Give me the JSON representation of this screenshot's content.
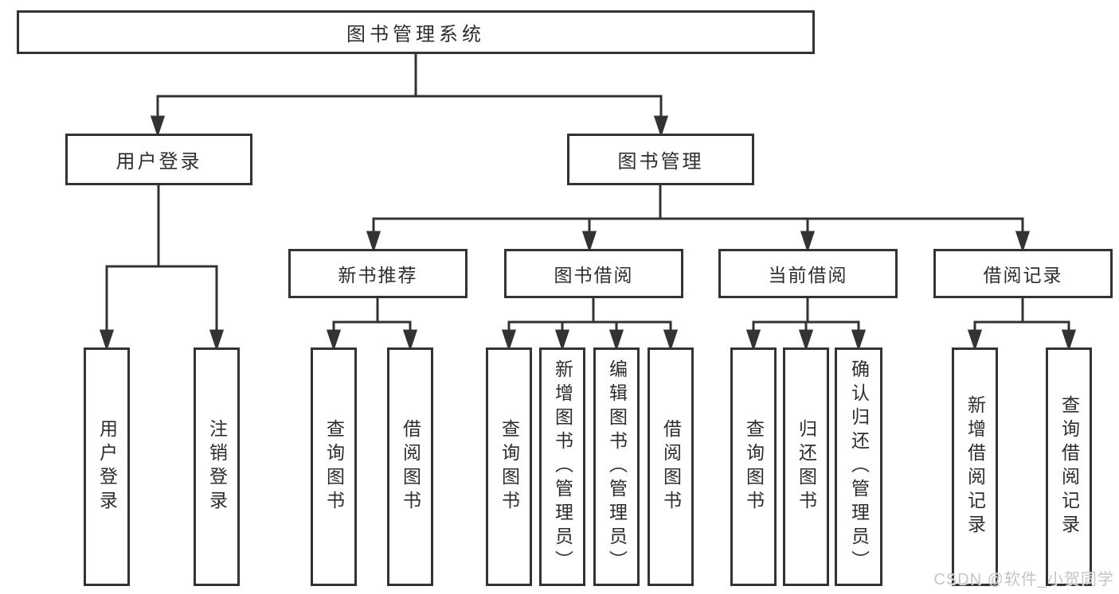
{
  "diagram_type": "hierarchy-tree",
  "colors": {
    "line": "#333333",
    "box_border": "#333333",
    "text": "#2d2d2d",
    "background": "#ffffff",
    "watermark": "#c5c5c5"
  },
  "tree": {
    "label": "图书管理系统",
    "children": [
      {
        "label": "用户登录",
        "children": [
          {
            "label": "用户登录"
          },
          {
            "label": "注销登录"
          }
        ]
      },
      {
        "label": "图书管理",
        "children": [
          {
            "label": "新书推荐",
            "children": [
              {
                "label": "查询图书"
              },
              {
                "label": "借阅图书"
              }
            ]
          },
          {
            "label": "图书借阅",
            "children": [
              {
                "label": "查询图书"
              },
              {
                "label": "新增图书（管理员）"
              },
              {
                "label": "编辑图书（管理员）"
              },
              {
                "label": "借阅图书"
              }
            ]
          },
          {
            "label": "当前借阅",
            "children": [
              {
                "label": "查询图书"
              },
              {
                "label": "归还图书"
              },
              {
                "label": "确认归还（管理员）"
              }
            ]
          },
          {
            "label": "借阅记录",
            "children": [
              {
                "label": "新增借阅记录"
              },
              {
                "label": "查询借阅记录"
              }
            ]
          }
        ]
      }
    ]
  },
  "watermark": "CSDN @软件_小贺同学"
}
